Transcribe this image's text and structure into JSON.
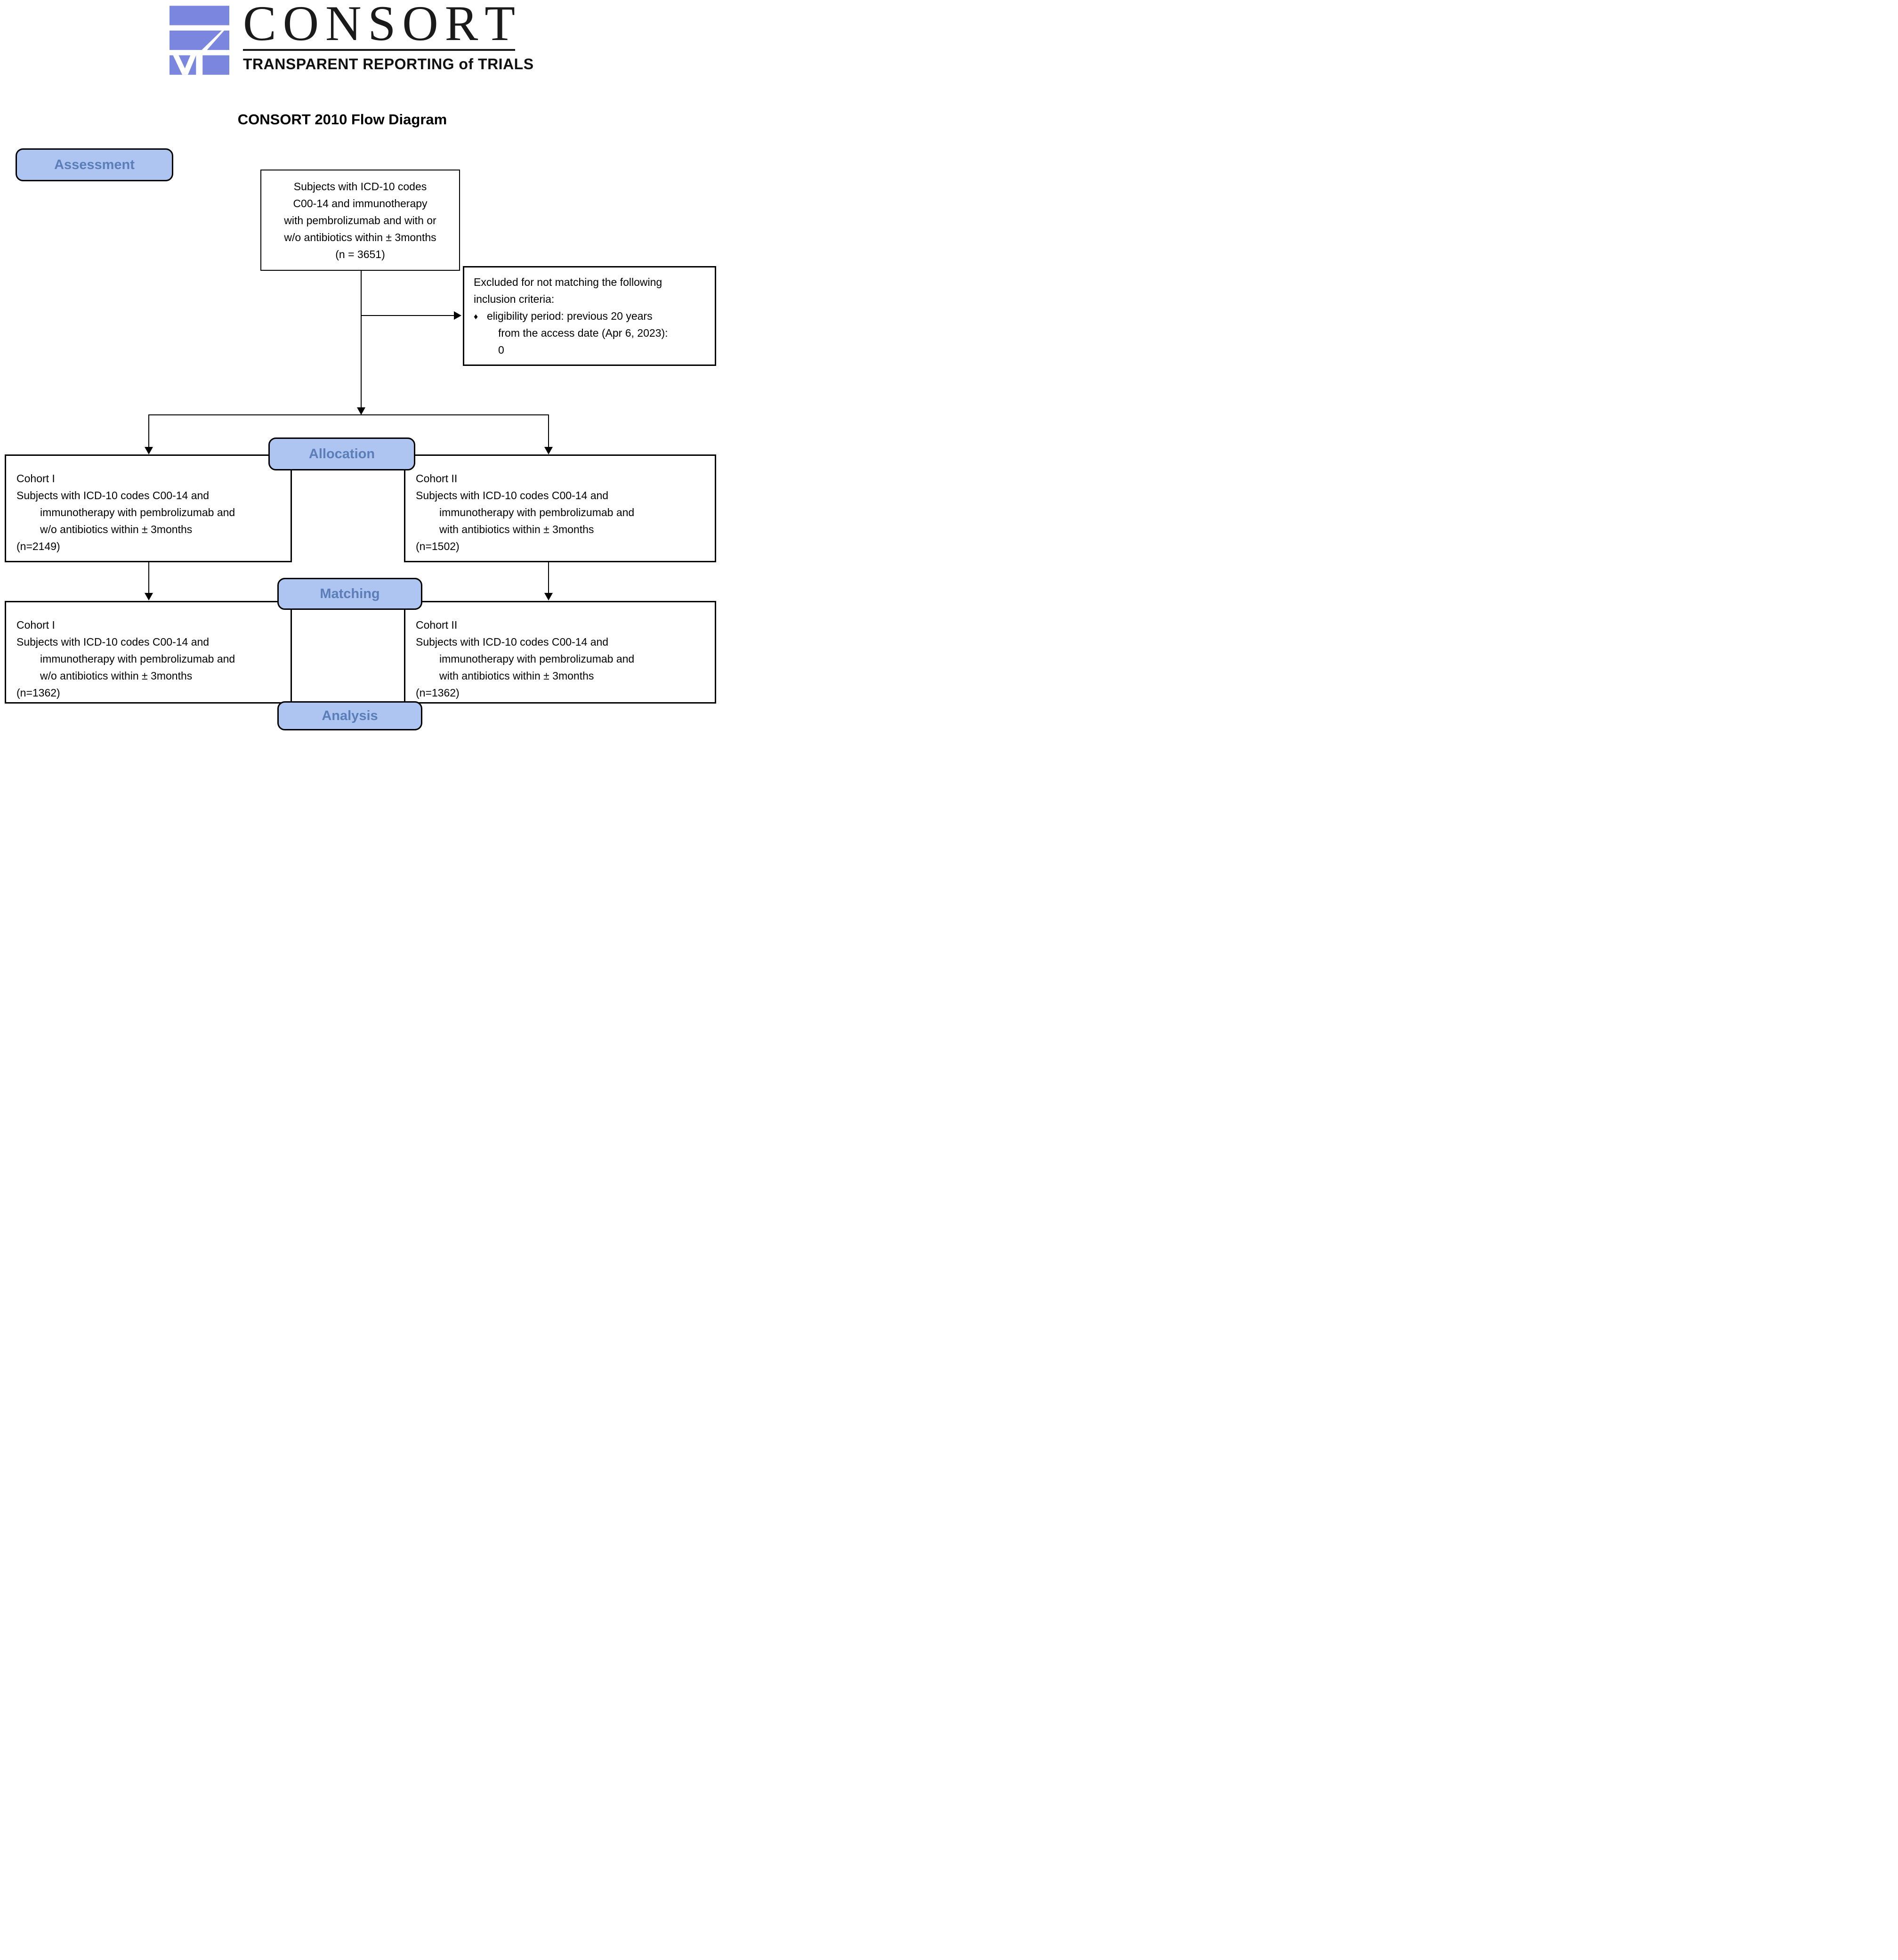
{
  "logo": {
    "letters": [
      "C",
      "O",
      "N",
      "S",
      "O",
      "R",
      "T"
    ],
    "subtitle": "TRANSPARENT REPORTING of TRIALS",
    "blue": "#7b87de"
  },
  "title": "CONSORT 2010 Flow Diagram",
  "stages": {
    "assessment": "Assessment",
    "allocation": "Allocation",
    "matching": "Matching",
    "analysis": "Analysis"
  },
  "enrollment_box": {
    "line1": "Subjects with ICD-10 codes",
    "line2": "C00-14 and immunotherapy",
    "line3": "with pembrolizumab and with or",
    "line4": "w/o antibiotics within ± 3months",
    "line5": "(n = 3651)"
  },
  "excluded_box": {
    "line1": "Excluded for not matching the following",
    "line2": "inclusion criteria:",
    "bullet_glyph": "♦",
    "bullet_text": "eligibility period: previous 20 years",
    "bullet_cont": "from the access date (Apr 6, 2023):",
    "bullet_value": "0"
  },
  "cohorts": [
    {
      "heading": "Cohort I",
      "line1": "Subjects with ICD-10 codes C00-14 and",
      "line2": "immunotherapy with pembrolizumab and",
      "line3": "w/o antibiotics within ± 3months",
      "n": "(n=2149)"
    },
    {
      "heading": "Cohort II",
      "line1": "Subjects with ICD-10 codes C00-14 and",
      "line2": "immunotherapy with pembrolizumab and",
      "line3": "with antibiotics within ± 3months",
      "n": "(n=1502)"
    },
    {
      "heading": "Cohort I",
      "line1": "Subjects with ICD-10 codes C00-14 and",
      "line2": "immunotherapy with pembrolizumab and",
      "line3": "w/o antibiotics within ± 3months",
      "n": "(n=1362)"
    },
    {
      "heading": "Cohort II",
      "line1": "Subjects with ICD-10 codes C00-14 and",
      "line2": "immunotherapy with pembrolizumab and",
      "line3": "with antibiotics within ± 3months",
      "n": "(n=1362)"
    }
  ],
  "colors": {
    "pill_fill": "#adc5f0",
    "pill_text": "#5b7eb8",
    "logo_blue": "#7b87de",
    "line_black": "#000000"
  }
}
